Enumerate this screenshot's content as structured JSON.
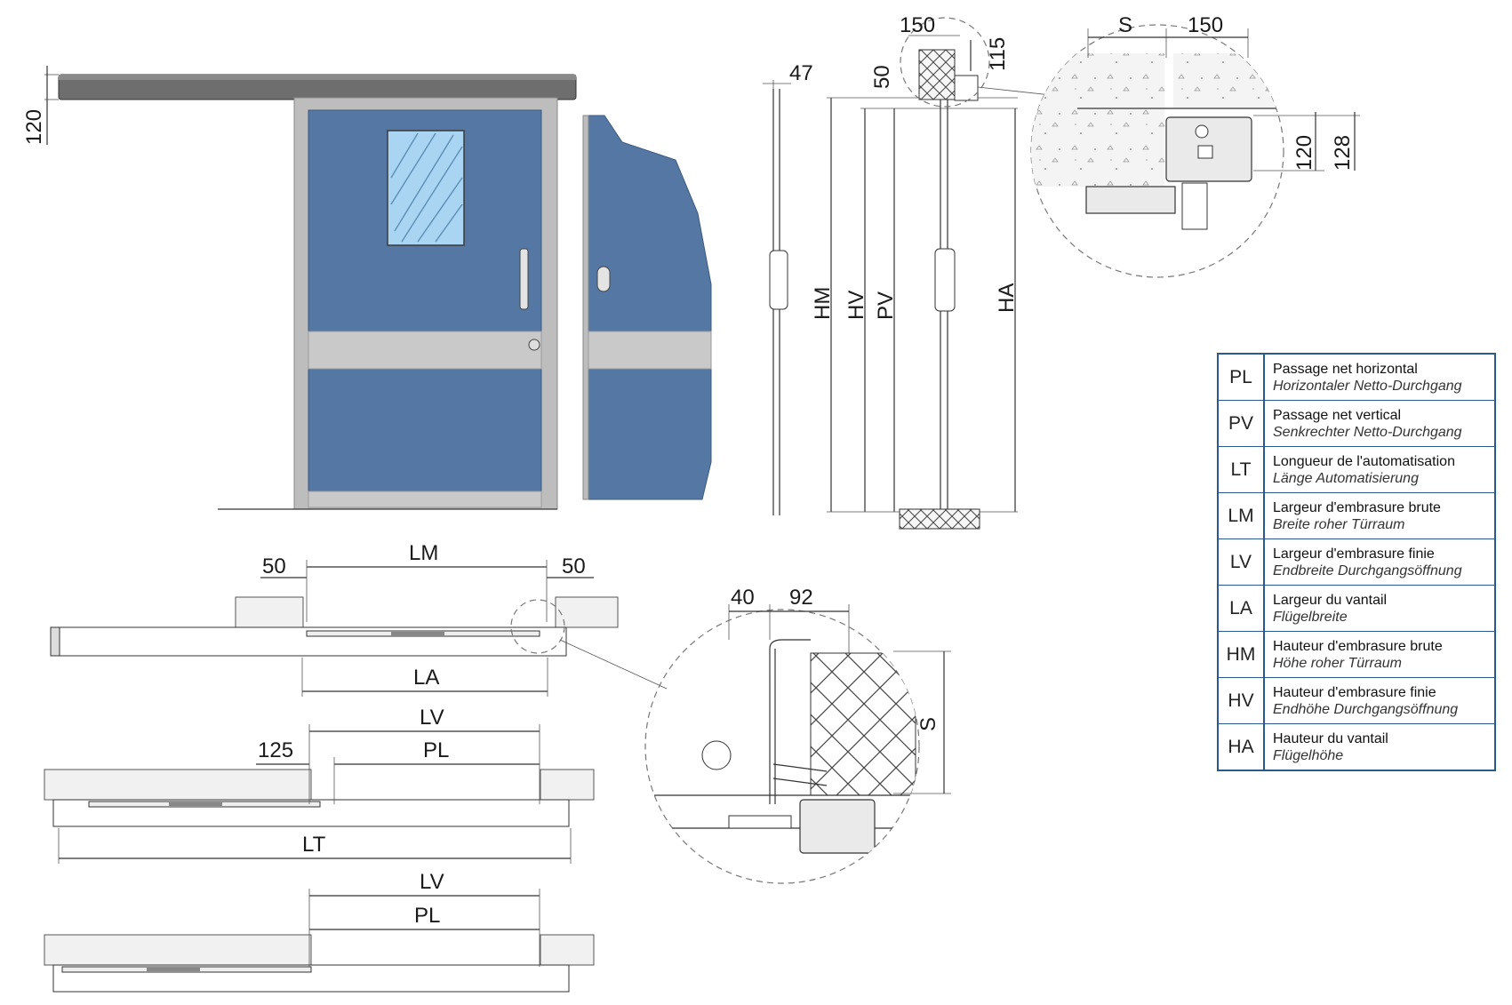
{
  "dimensions": {
    "elevation_rail_height": "120",
    "side_thickness": "47",
    "head_top_width": "150",
    "head_top_side": "115",
    "head_drop": "50",
    "detail_s_label": "S",
    "detail_width": "150",
    "detail_h1": "120",
    "detail_h2": "128",
    "heights": [
      "HM",
      "HV",
      "PV",
      "HA"
    ],
    "plan1": {
      "left": "50",
      "top": "LM",
      "right": "50",
      "bottom": "LA"
    },
    "plan2": {
      "top": "LV",
      "offset": "125",
      "inner": "PL",
      "bottom": "LT"
    },
    "plan3": {
      "top": "LV",
      "inner": "PL"
    },
    "jamb_detail": {
      "a": "40",
      "b": "92",
      "s": "S"
    }
  },
  "legend": [
    {
      "code": "PL",
      "fr": "Passage net horizontal",
      "de": "Horizontaler Netto-Durchgang"
    },
    {
      "code": "PV",
      "fr": "Passage net vertical",
      "de": "Senkrechter Netto-Durchgang"
    },
    {
      "code": "LT",
      "fr": "Longueur de l'automatisation",
      "de": "Länge Automatisierung"
    },
    {
      "code": "LM",
      "fr": "Largeur d'embrasure brute",
      "de": "Breite roher Türraum"
    },
    {
      "code": "LV",
      "fr": "Largeur d'embrasure finie",
      "de": "Endbreite Durchgangsöffnung"
    },
    {
      "code": "LA",
      "fr": "Largeur du vantail",
      "de": "Flügelbreite"
    },
    {
      "code": "HM",
      "fr": "Hauteur d'embrasure brute",
      "de": "Höhe roher Türraum"
    },
    {
      "code": "HV",
      "fr": "Hauteur d'embrasure finie",
      "de": "Endhöhe Durchgangsöffnung"
    },
    {
      "code": "HA",
      "fr": "Hauteur du vantail",
      "de": "Flügelhöhe"
    }
  ],
  "colors": {
    "door": "#5577a3",
    "legend_border": "#2a5a8a",
    "glass": "#a9d4f2"
  }
}
